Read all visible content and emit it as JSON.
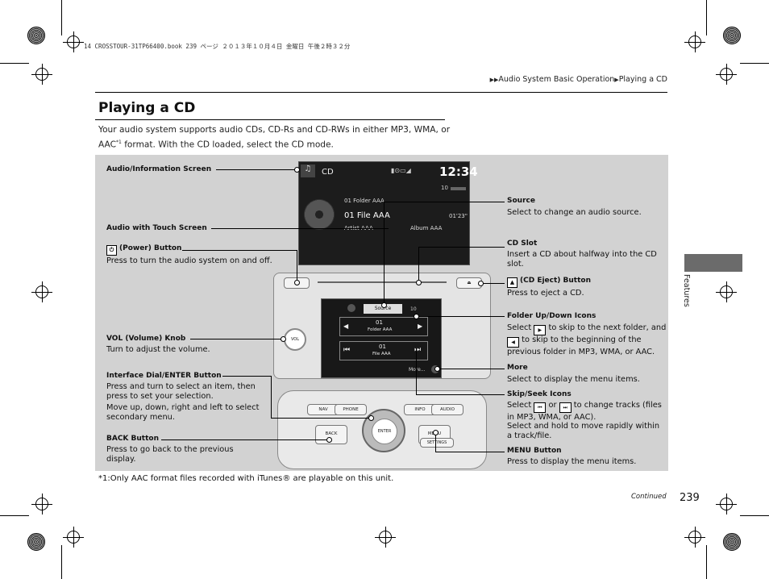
{
  "header": {
    "file_info": "14 CROSSTOUR-31TP66400.book 239 ページ ２０１３年１０月４日 金曜日 午後２時３２分",
    "breadcrumb_1": "Audio System Basic Operation",
    "breadcrumb_2": "Playing a CD"
  },
  "section": {
    "title": "Playing a CD",
    "intro_1": "Your audio system supports audio CDs, CD-Rs and CD-RWs in either MP3, WMA, or",
    "intro_2a": "AAC",
    "intro_2sup": "*1",
    "intro_2b": " format. With the CD loaded, select the CD mode."
  },
  "left_labels": {
    "audio_info": "Audio/Information Screen",
    "audio_touch": "Audio with Touch Screen",
    "power_title": "(Power) Button",
    "power_desc": "Press to turn the audio system on and off.",
    "vol_title": "VOL (Volume) Knob",
    "vol_desc": "Turn to adjust the volume.",
    "dial_title": "Interface Dial/ENTER Button",
    "dial_desc_1": "Press and turn to select an item, then press to set your selection.",
    "dial_desc_2": "Move up, down, right and left to select secondary menu.",
    "back_title": "BACK Button",
    "back_desc": "Press to go back to the previous display."
  },
  "right_labels": {
    "source_title": "Source",
    "source_desc": "Select to change an audio source.",
    "cdslot_title": "CD Slot",
    "cdslot_desc": "Insert a CD about halfway into the CD slot.",
    "eject_title": "(CD Eject) Button",
    "eject_desc": "Press to eject a CD.",
    "folder_title": "Folder Up/Down Icons",
    "folder_desc_a": "Select",
    "folder_desc_b": "to skip to the next folder, and",
    "folder_desc_c": "to skip to the beginning of the previous folder in MP3, WMA, or AAC.",
    "more_title": "More",
    "more_desc": "Select to display the menu items.",
    "skip_title": "Skip/Seek Icons",
    "skip_desc_a": "Select",
    "skip_desc_or": "or",
    "skip_desc_b": "to change tracks (files in MP3, WMA, or AAC).",
    "skip_desc_2": "Select and hold to move rapidly within a track/file.",
    "menu_title": "MENU Button",
    "menu_desc": "Press to display the menu items."
  },
  "upper_screen": {
    "mode": "CD",
    "clock": "12:34",
    "volume": "10",
    "folder": "01 Folder AAA",
    "file": "01 File AAA",
    "time": "01'23\"",
    "artist": "Artist AAA",
    "album": "Album AAA"
  },
  "touch_screen": {
    "source_btn": "Source",
    "volume": "10",
    "folder_num": "01",
    "folder_name": "Folder AAA",
    "file_num": "01",
    "file_name": "File AAA",
    "more": "More..."
  },
  "knobs": {
    "vol": "VOL",
    "enter": "ENTER"
  },
  "lower_buttons": {
    "nav": "NAV",
    "phone": "PHONE",
    "info": "INFO",
    "audio": "AUDIO",
    "back": "BACK",
    "menu": "MENU",
    "settings": "SETTINGS"
  },
  "side_tab": "Features",
  "footnote": "*1:Only AAC format files recorded with iTunes® are playable on this unit.",
  "continued": "Continued",
  "page_number": "239"
}
